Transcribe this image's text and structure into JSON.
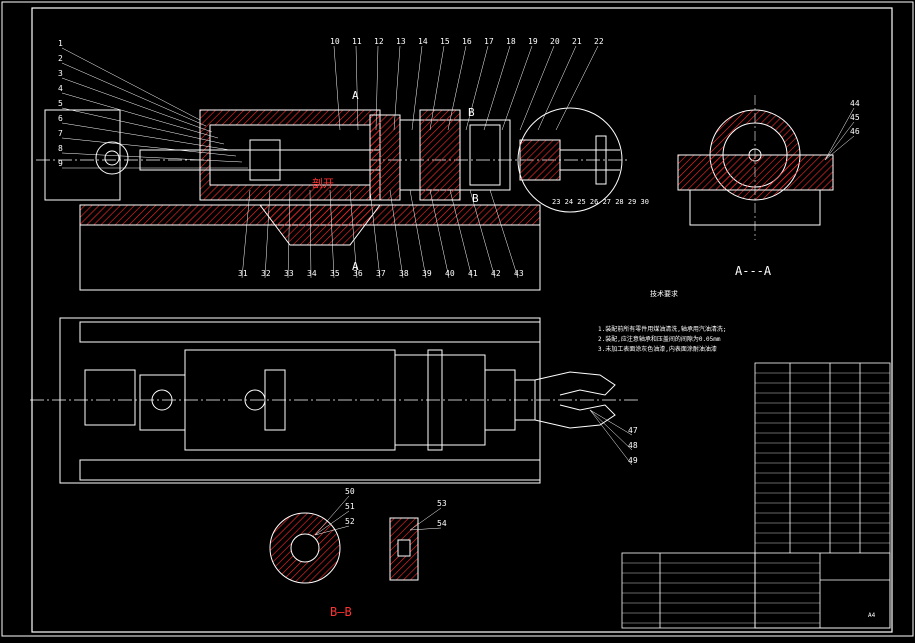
{
  "drawing": {
    "section_marks": {
      "a_top": "A",
      "b_top": "B",
      "a_bottom": "A",
      "b_bottom": "B",
      "view_aa": "A---A",
      "view_bb": "B—B"
    },
    "cut_label": "剖开",
    "callouts_left": [
      "1",
      "2",
      "3",
      "4",
      "5",
      "6",
      "7",
      "8",
      "9"
    ],
    "callouts_top": [
      "10",
      "11",
      "12",
      "13",
      "14",
      "15",
      "16",
      "17",
      "18",
      "19",
      "20",
      "21",
      "22"
    ],
    "callouts_bottom": [
      "31",
      "32",
      "33",
      "34",
      "35",
      "36",
      "37",
      "38",
      "39",
      "40",
      "41",
      "42",
      "43"
    ],
    "callouts_detail": "23 24 25 26 27 28 29 30",
    "callouts_right_view": [
      "44",
      "45",
      "46"
    ],
    "callouts_plan": [
      "47",
      "48",
      "49"
    ],
    "callouts_bb": [
      "50",
      "51",
      "52"
    ],
    "callouts_part": [
      "53",
      "54"
    ],
    "tech_req": {
      "title": "技术要求",
      "lines": [
        "1.装配前所有零件用煤油清洗,轴承用汽油清洗;",
        "2.装配,应注意轴承和压盖间的间隙为0.05mm",
        "3.未加工表面涂灰色油漆,内表面涂耐油油漆"
      ]
    },
    "title_block": {
      "sheet_size": "A4"
    },
    "colors": {
      "line": "#ffffff",
      "accent": "#ff3333",
      "callout": "#ffffff",
      "hatch": "#ff2a2a"
    }
  }
}
